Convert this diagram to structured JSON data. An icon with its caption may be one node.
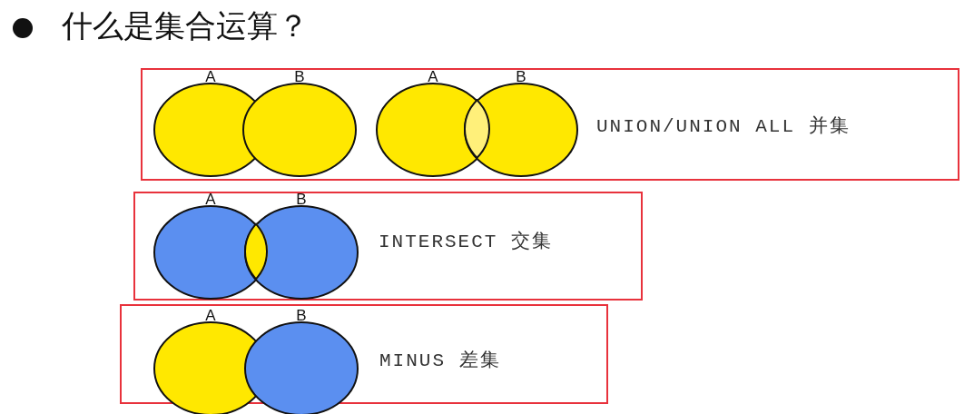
{
  "diagram": {
    "title": "什么是集合运算？",
    "nodes": [
      {
        "text": [
          "UNION/UNION ALL 并集"
        ]
      },
      {
        "text": [
          "A"
        ],
        "in": 0
      },
      {
        "text": [
          "B"
        ],
        "in": 0
      },
      {
        "text": [
          "A"
        ],
        "in": 0
      },
      {
        "text": [
          "B"
        ],
        "in": 0
      },
      {
        "text": [
          "INTERSECT 交集"
        ]
      },
      {
        "text": [
          "A"
        ],
        "in": 5
      },
      {
        "text": [
          "B"
        ],
        "in": 5
      },
      {
        "text": [
          "MINUS 差集"
        ]
      },
      {
        "text": [
          "A"
        ],
        "in": 8
      },
      {
        "text": [
          "B"
        ],
        "in": 8
      }
    ]
  }
}
